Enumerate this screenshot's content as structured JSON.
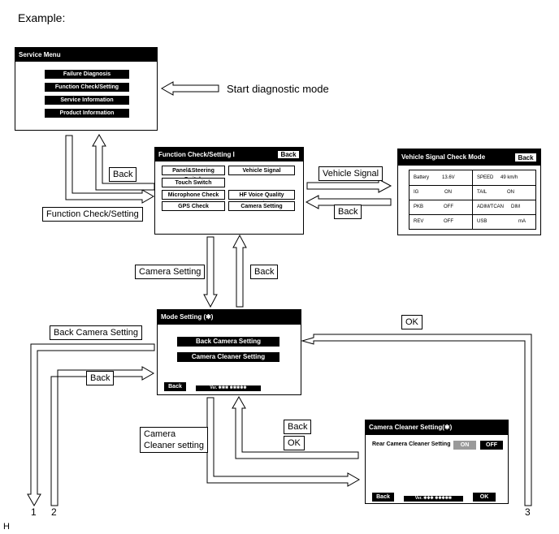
{
  "header": {
    "example_label": "Example:",
    "corner_mark": "H"
  },
  "labels": {
    "start_diagnostic": "Start diagnostic mode",
    "back_1": "Back",
    "function_check_setting": "Function Check/Setting",
    "vehicle_signal": "Vehicle Signal",
    "back_2": "Back",
    "camera_setting": "Camera Setting",
    "back_3": "Back",
    "back_camera_setting": "Back Camera Setting",
    "back_4": "Back",
    "ok_top": "OK",
    "camera_cleaner_line1": "Camera",
    "camera_cleaner_line2": "Cleaner setting",
    "back_5": "Back",
    "ok_bottom": "OK",
    "branch_1": "1",
    "branch_2": "2",
    "branch_3": "3"
  },
  "screens": {
    "service_menu": {
      "title": "Service Menu",
      "items": [
        "Failure Diagnosis",
        "Function Check/Setting",
        "Service Information",
        "Product Information"
      ]
    },
    "function_check": {
      "title": "Function Check/Setting Ⅰ",
      "back": "Back",
      "items": [
        "Panel&Steering Switch",
        "Vehicle Signal",
        "Touch Switch",
        "Microphone Check",
        "HF Voice Quality Setting",
        "GPS Check",
        "Camera Setting"
      ]
    },
    "vehicle_signal": {
      "title": "Vehicle Signal Check Mode",
      "back": "Back",
      "rows": [
        {
          "l_name": "Battery",
          "l_val": "13.6V",
          "r_name": "SPEED",
          "r_val": "49   km/h"
        },
        {
          "l_name": "IG",
          "l_val": "ON",
          "r_name": "TAIL",
          "r_val": "ON"
        },
        {
          "l_name": "PKB",
          "l_val": "OFF",
          "r_name": "ADIM/TCAN",
          "r_val": "DIM"
        },
        {
          "l_name": "REV",
          "l_val": "OFF",
          "r_name": "USB",
          "r_val": "mA"
        }
      ]
    },
    "mode_setting": {
      "title": "Mode Setting (✱)",
      "items": [
        "Back Camera Setting",
        "Camera Cleaner Setting"
      ],
      "back": "Back",
      "version": "Ver. ✱✱✱ ✱✱✱✱✱"
    },
    "camera_cleaner": {
      "title": "Camera Cleaner Setting(✱)",
      "row_label": "Rear Camera Cleaner Setting",
      "on": "ON",
      "off": "OFF",
      "back": "Back",
      "version": "Ver. ✱✱✱ ✱✱✱✱✱",
      "ok": "OK"
    }
  },
  "colors": {
    "ink": "#000000",
    "paper": "#ffffff",
    "on_button": "#9a9a9a"
  }
}
